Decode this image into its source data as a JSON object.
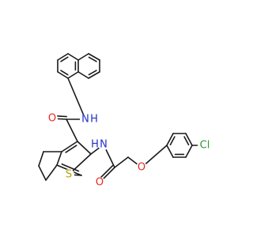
{
  "molecule": {
    "colors": {
      "bond": "#1a1a1a",
      "O": "#e8271b",
      "N": "#2030c8",
      "S": "#b5a000",
      "Cl": "#2a9a2a"
    },
    "atoms": {
      "cl": {
        "label": "Cl",
        "color_key": "Cl"
      },
      "o_ether": {
        "label": "O",
        "color_key": "O"
      },
      "o_amide1": {
        "label": "O",
        "color_key": "O"
      },
      "o_amide2": {
        "label": "O",
        "color_key": "O"
      },
      "n_amide": {
        "label": "N",
        "color_key": "N"
      },
      "h_amide": {
        "label": "H",
        "color_key": "N"
      },
      "n_link": {
        "label": "N",
        "color_key": "N"
      },
      "h_link": {
        "label": "H",
        "color_key": "N"
      },
      "s_ring": {
        "label": "S",
        "color_key": "S"
      }
    }
  }
}
